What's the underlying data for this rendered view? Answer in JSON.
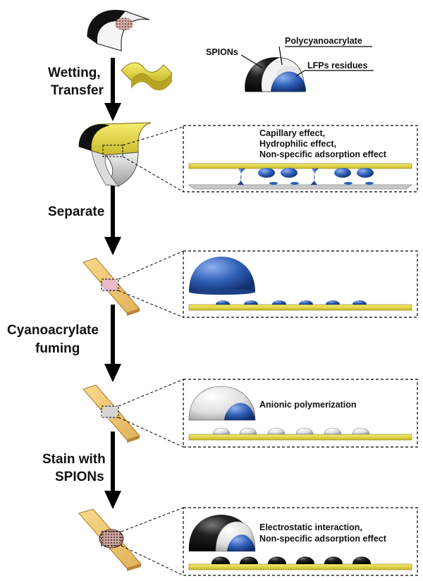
{
  "steps": {
    "wetting_line1": "Wetting,",
    "wetting_line2": "Transfer",
    "separate": "Separate",
    "fuming_line1": "Cyanoacrylate",
    "fuming_line2": "fuming",
    "stain_line1": "Stain with",
    "stain_line2": "SPIONs"
  },
  "legend": {
    "spions": "SPIONs",
    "polycyanoacrylate": "Polycyanoacrylate",
    "lfps_residues": "LFPs residues"
  },
  "panels": {
    "transfer": {
      "line1": "Capillary effect,",
      "line2": "Hydrophilic effect,",
      "line3": "Non-specific adsorption effect"
    },
    "fuming": {
      "line1": "Anionic polymerization"
    },
    "staining": {
      "line1": "Electrostatic interaction,",
      "line2": "Non-specific adsorption effect"
    }
  },
  "colors": {
    "substrate_yellow": "#e8dc3c",
    "slide_tan": "#f0c66e",
    "residue_blue": "#2f5fb8",
    "polymer_white": "#e9e9e9",
    "spion_black": "#111111",
    "arrow": "#000000"
  }
}
